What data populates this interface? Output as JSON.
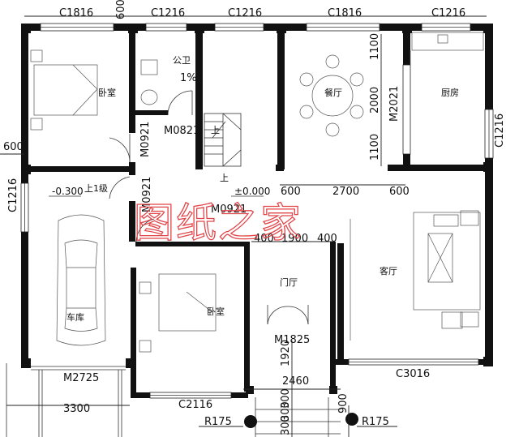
{
  "windows": {
    "top_1": "C1816",
    "top_2": "C1216",
    "top_3": "C1216",
    "top_4": "C1816",
    "top_5": "C1216",
    "left_mid": "C1216",
    "right_side": "C1216",
    "bottom_living": "C3016",
    "bottom_bedroom": "C2116"
  },
  "doors": {
    "bed1": "M0921",
    "wc": "M0821",
    "bed2": "M0921",
    "garage_inner": "M0921",
    "garage": "M2725",
    "entrance": "M1825",
    "dining_kitchen": "M2021"
  },
  "rooms": {
    "bedroom_1": "卧室",
    "wc_label": "公卫",
    "wc_slope": "1%",
    "dining": "餐厅",
    "kitchen": "厨房",
    "garage": "车库",
    "entry_hall": "门厅",
    "bedroom_2": "卧室",
    "living": "客厅",
    "up_1": "上",
    "up_2": "上",
    "up_step": "上1级"
  },
  "dimensions": {
    "top_600": "600",
    "left_600": "600",
    "mid_600_a": "600",
    "mid_2700": "2700",
    "mid_600_b": "600",
    "hall_400_a": "400",
    "hall_1900": "1900",
    "hall_400_b": "400",
    "dining_1100_a": "1100",
    "dining_2000": "2000",
    "dining_1100_b": "1100",
    "v_1920": "1920",
    "h_2460": "2460",
    "v_300_a": "300",
    "v_300_b": "300",
    "v_300_c": "300",
    "v_900": "900",
    "garage_3300": "3300",
    "r_left": "R175",
    "r_right": "R175"
  },
  "elevations": {
    "garage": "-0.300",
    "floor": "±0.000"
  },
  "watermark": "图纸之家"
}
